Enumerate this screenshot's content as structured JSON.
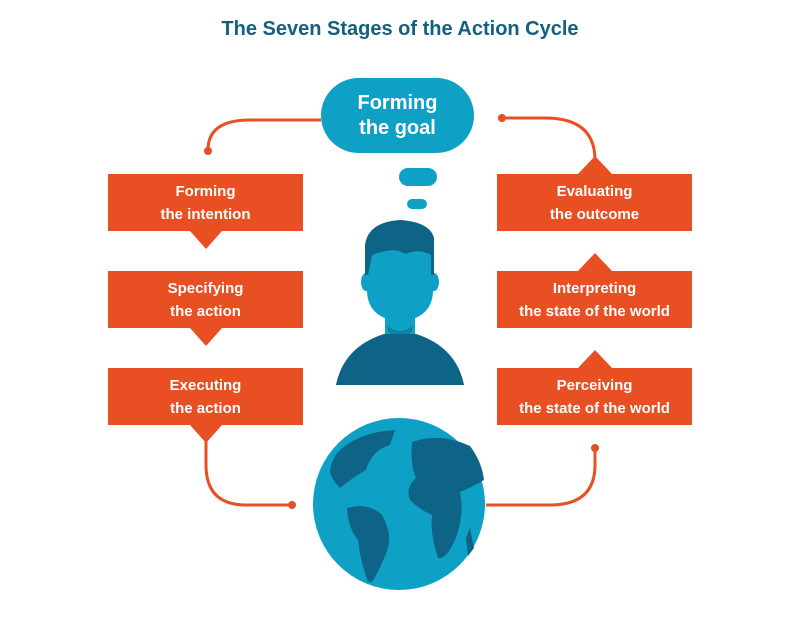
{
  "title": "The Seven Stages of the Action Cycle",
  "colors": {
    "title": "#13607f",
    "stage_box": "#e84f22",
    "goal": "#0ea1c5",
    "person_dark": "#0d6486",
    "person_light": "#0ea1c5",
    "connector": "#e84f22"
  },
  "goal": {
    "line1": "Forming",
    "line2": "the goal"
  },
  "execution_stages": [
    {
      "line1": "Forming",
      "line2": "the intention"
    },
    {
      "line1": "Specifying",
      "line2": "the action"
    },
    {
      "line1": "Executing",
      "line2": "the action"
    }
  ],
  "evaluation_stages": [
    {
      "line1": "Evaluating",
      "line2": "the outcome"
    },
    {
      "line1": "Interpreting",
      "line2": "the state of the world"
    },
    {
      "line1": "Perceiving",
      "line2": "the state of the world"
    }
  ],
  "icons": {
    "person": "person-icon",
    "globe": "globe-icon",
    "thought_bubble": "thought-bubble-icon"
  }
}
